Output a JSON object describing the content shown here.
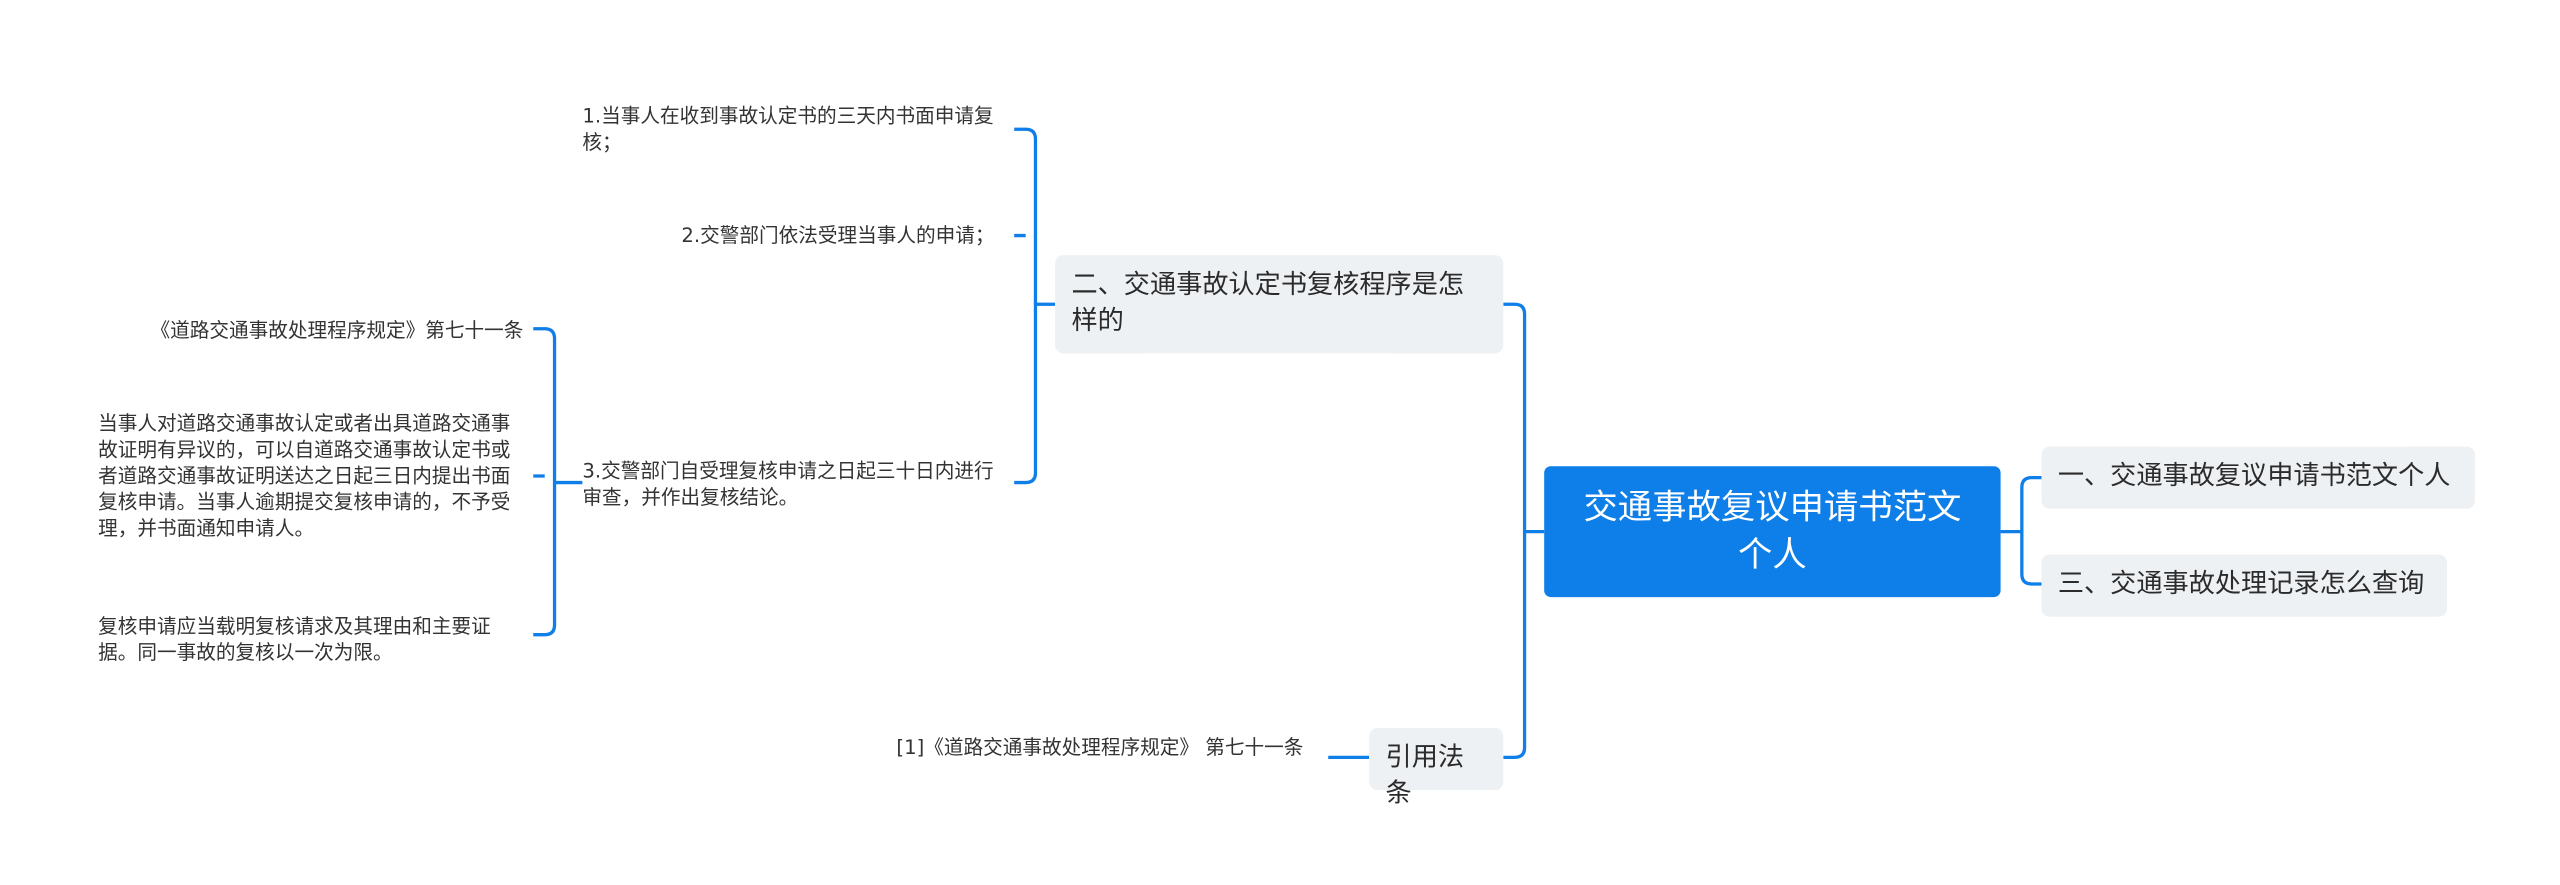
{
  "root": {
    "title": "交通事故复议申请书范文个人"
  },
  "right_branches": [
    {
      "label": "一、交通事故复议申请书范文个人"
    },
    {
      "label": "三、交通事故处理记录怎么查询"
    }
  ],
  "left_branches": [
    {
      "label": "二、交通事故认定书复核程序是怎样的",
      "children": [
        {
          "text": "1.当事人在收到事故认定书的三天内书面申请复核；"
        },
        {
          "text": "2.交警部门依法受理当事人的申请；"
        },
        {
          "text": "3.交警部门自受理复核申请之日起三十日内进行审查，并作出复核结论。",
          "children": [
            {
              "text": "《道路交通事故处理程序规定》第七十一条"
            },
            {
              "text": "当事人对道路交通事故认定或者出具道路交通事故证明有异议的，可以自道路交通事故认定书或者道路交通事故证明送达之日起三日内提出书面复核申请。当事人逾期提交复核申请的，不予受理，并书面通知申请人。"
            },
            {
              "text": "复核申请应当载明复核请求及其理由和主要证据。同一事故的复核以一次为限。"
            }
          ]
        }
      ]
    },
    {
      "label": "引用法条",
      "children": [
        {
          "text": "[1]《道路交通事故处理程序规定》 第七十一条"
        }
      ]
    }
  ],
  "colors": {
    "accent": "#0e7ee8",
    "line": "#0e7ee8",
    "node_bg": "#eef1f4"
  }
}
